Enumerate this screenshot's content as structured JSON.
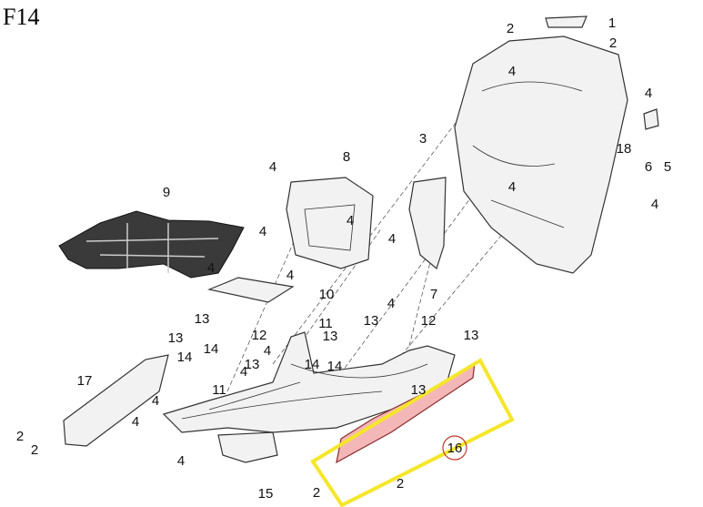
{
  "diagram": {
    "title": "F14",
    "highlight_color": "#f5e62a",
    "selected_part_color": "#f4b7b7",
    "selected_callout_ring_color": "#c0392b",
    "selected_part": "16",
    "callouts": [
      "1",
      "2",
      "2",
      "4",
      "4",
      "3",
      "18",
      "6",
      "5",
      "4",
      "4",
      "8",
      "4",
      "9",
      "4",
      "4",
      "4",
      "4",
      "4",
      "10",
      "4",
      "7",
      "13",
      "12",
      "11",
      "13",
      "12",
      "13",
      "13",
      "14",
      "14",
      "13",
      "4",
      "4",
      "13",
      "14",
      "14",
      "17",
      "4",
      "11",
      "4",
      "13",
      "2",
      "2",
      "4",
      "16",
      "15",
      "2",
      "2"
    ]
  }
}
